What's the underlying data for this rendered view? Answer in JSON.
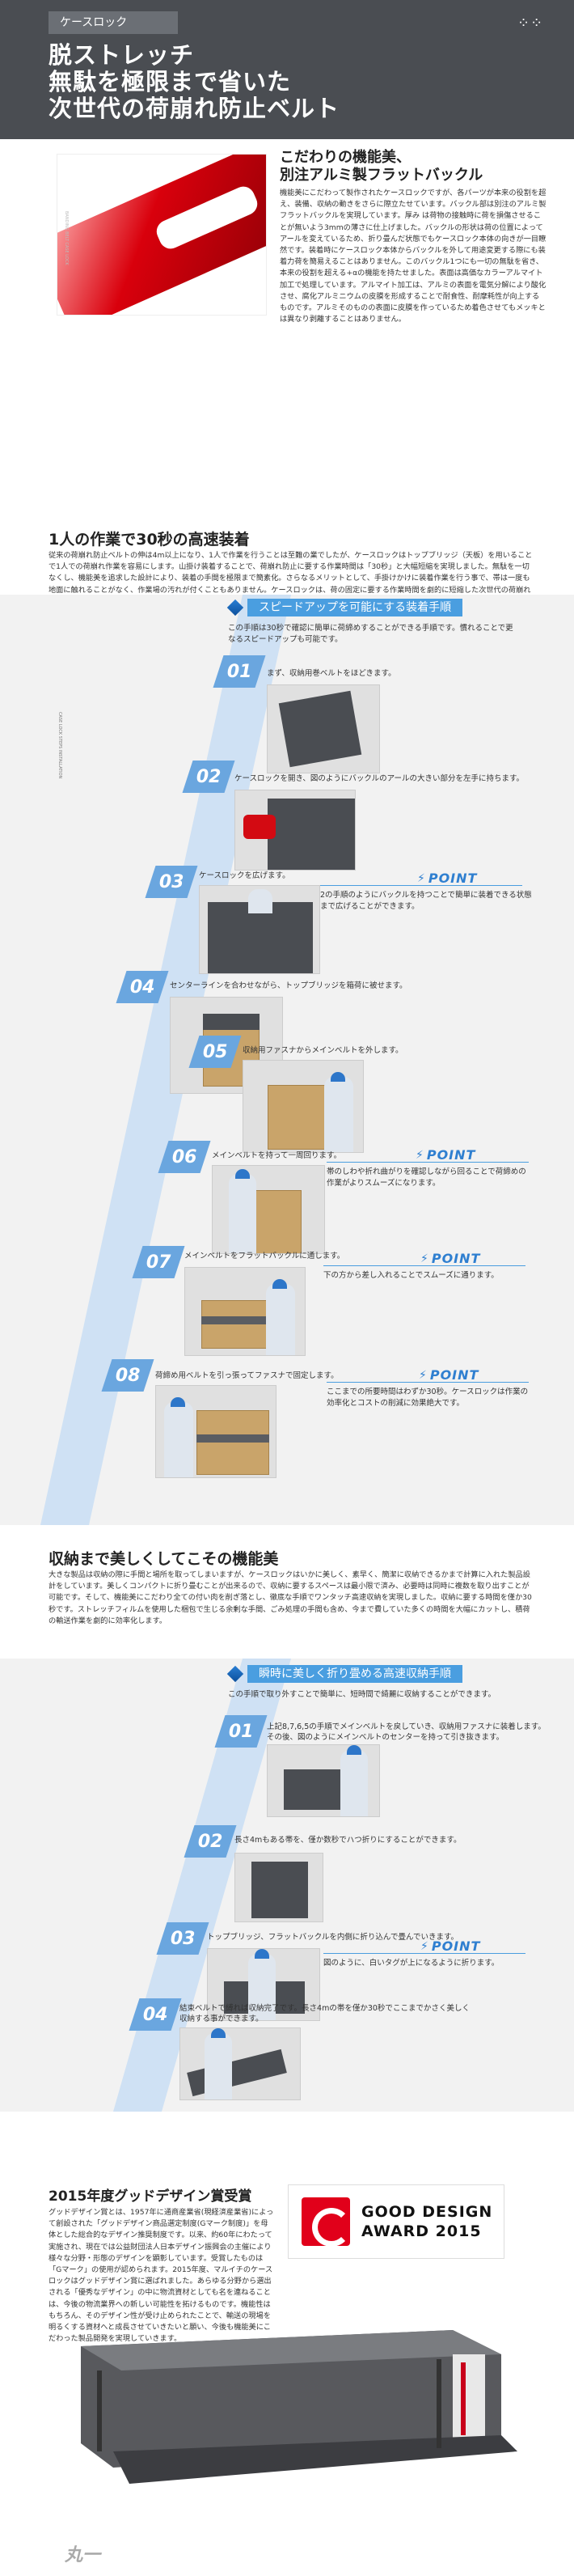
{
  "header": {
    "tag": "ケースロック",
    "brand_dots": "⁘⁘",
    "title_lines": [
      "脱ストレッチ",
      "無駄を極限まで省いた",
      "次世代の荷崩れ防止ベルト"
    ]
  },
  "feature": {
    "title_lines": [
      "こだわりの機能美、",
      "別注アルミ製フラットバックル"
    ],
    "body": "機能美にこだわって製作されたケースロックですが、各パーツが本来の役割を超え、装備、収納の動きをさらに際立たせています。バックル部は別注のアルミ製フラットバックルを実現しています。厚み は荷物の接触時に荷を損傷させることが無いよう3mmの薄さに仕上げました。バックルの形状は荷の位置によってアールを変えているため、折り畳んだ状態でもケースロック本体の向きが一目瞭然です。装着時にケースロック本体からバックルを外して用途変更する際にも装着力荷を簡易えることはありません。このバックル1つにも一切の無駄を省き、本来の役割を超える+αの機能を持たせました。表面は高価なカラーアルマイト加工で処理しています。アルマイト加工は、アルミの表面を電気分解により酸化させ、腐化アルミニウムの皮膜を形成することで耐食性、耐摩耗性が向上するものです。アルミそのものの表面に皮膜を作っているため着色させてもメッキとは異なり剥離することはありません。",
    "photo_vertical_text": "BANDING BELT CASE LOCK"
  },
  "section1": {
    "title": "1人の作業で30秒の高速装着",
    "body": "従来の荷崩れ防止ベルトの伸は4m以上になり、1人で作業を行うことは至難の業でしたが、ケースロックはトップブリッジ（天板）を用いることで1人での荷崩れ作業を容易にします。山掛け装着することで、荷崩れ防止に要する作業時間は「30秒」と大幅短縮を実現しました。無駄を一切なくし、機能美を追求した設計により、装着の手間を極限まで簡素化。さらなるメリットとして、手掛けかけに装着作業を行う事で、帯は一度も地面に触れることがなく、作業場の汚れが付くこともありません。ケースロックは、荷の固定に要する作業時間を劇的に短縮した次世代の荷崩れ防止ベルトです。"
  },
  "steps1": {
    "heading": "スピードアップを可能にする装着手順",
    "intro": "この手順は30秒で確認に簡単に荷締めすることができる手順です。慣れることで更なるスピードアップも可能です。",
    "vertical_note": "CASE LOCK STEPS INSTALLATION",
    "items": [
      {
        "num": "01",
        "text": "まず、収納用巻ベルトをほどきます。"
      },
      {
        "num": "02",
        "text": "ケースロックを開き、図のようにバックルのアールの大きい部分を左手に持ちます。"
      },
      {
        "num": "03",
        "text": "ケースロックを広げます。",
        "point_label": "POINT",
        "point_text": "2の手順のようにバックルを持つことで簡単に装着できる状態まで広げることができます。"
      },
      {
        "num": "04",
        "text": "センターラインを合わせながら、トップブリッジを箱荷に被せます。"
      },
      {
        "num": "05",
        "text": "収納用ファスナからメインベルトを外します。"
      },
      {
        "num": "06",
        "text": "メインベルトを持って一周回ります。",
        "point_label": "POINT",
        "point_text": "帯のしわや折れ曲がりを確認しながら回ることで荷締めの作業がよりスムーズになります。"
      },
      {
        "num": "07",
        "text": "メインベルトをフラットバックルに通します。",
        "point_label": "POINT",
        "point_text": "下の方から差し入れることでスムーズに通ります。"
      },
      {
        "num": "08",
        "text": "荷締め用ベルトを引っ張ってファスナで固定します。",
        "point_label": "POINT",
        "point_text": "ここまでの所要時間はわずか30秒。ケースロックは作業の効率化とコストの削減に効果絶大です。"
      }
    ]
  },
  "section2": {
    "title": "収納まで美しくしてこその機能美",
    "body": "大きな製品は収納の際に手間と場所を取ってしまいますが、ケースロックはいかに美しく、素早く、簡潔に収納できるかまで計算に入れた製品設計をしています。美しくコンパクトに折り畳むことが出来るので、収納に要するスペースは最小限で済み、必要時は同時に複数を取り出すことが可能です。そして、機能美にこだわり全ての付い肉を削ぎ落とし、徹底な手順でワンタッチ高速収納を実現しました。収納に要する時間を僅か30秒です。ストレッチフィルムを使用した梱包で生じる余剰な手間、ごみ処理の手間も含め、今まで費していた多くの時間を大幅にカットし、積荷の輸送作業を劇的に効率化します。"
  },
  "steps2": {
    "heading": "瞬時に美しく折り畳める高速収納手順",
    "intro": "この手順で取り外すことで簡単に、短時間で綺麗に収納することができます。",
    "items": [
      {
        "num": "01",
        "text": "上記8,7,6,5の手順でメインベルトを戻していき、収納用ファスナに装着します。その後、図のようにメインベルトのセンターを持って引き抜きます。"
      },
      {
        "num": "02",
        "text": "長さ4mもある帯を、僅か数秒でハつ折りにすることができます。"
      },
      {
        "num": "03",
        "text": "トップブリッジ、フラットバックルを内側に折り込んで畳んでいきます。",
        "point_label": "POINT",
        "point_text": "図のように、白いタグが上になるように折ります。"
      },
      {
        "num": "04",
        "text": "結束ベルトで縛れば収納完了です。長さ4mの帯を僅か30秒でここまでかさく美しく収納する事ができます。"
      }
    ]
  },
  "award": {
    "title": "2015年度グッドデザイン賞受賞",
    "body": "グッドデザイン賞とは、1957年に通商産業省(現経済産業省)によって創設された「グッドデザイン商品選定制度(Gマーク制度)」を母体とした総合的なデザイン推奨制度です。以来、約60年にわたって実施され、現在では公益財団法人日本デザイン振興会の主催により様々な分野・形態のデザインを顕彰しています。受賞したものは「Gマーク」の使用が認められます。2015年度、マルイチのケースロックはグッドデザイン賞に選ばれました。あらゆる分野から選出される「優秀なデザイン」の中に物流資材としても名を連ねることは、今後の物流業界への新しい可能性を拓けるものです。機能性はもちろん、そのデザイン性が受け止められたことで、輸送の現場を明るくする資材へと成長させていきたいと願い、今後も機能美にこだわった製品開発を実現していきます。",
    "logo_line1": "GOOD DESIGN",
    "logo_line2": "AWARD 2015"
  },
  "footer": {
    "logo": "丸一"
  }
}
